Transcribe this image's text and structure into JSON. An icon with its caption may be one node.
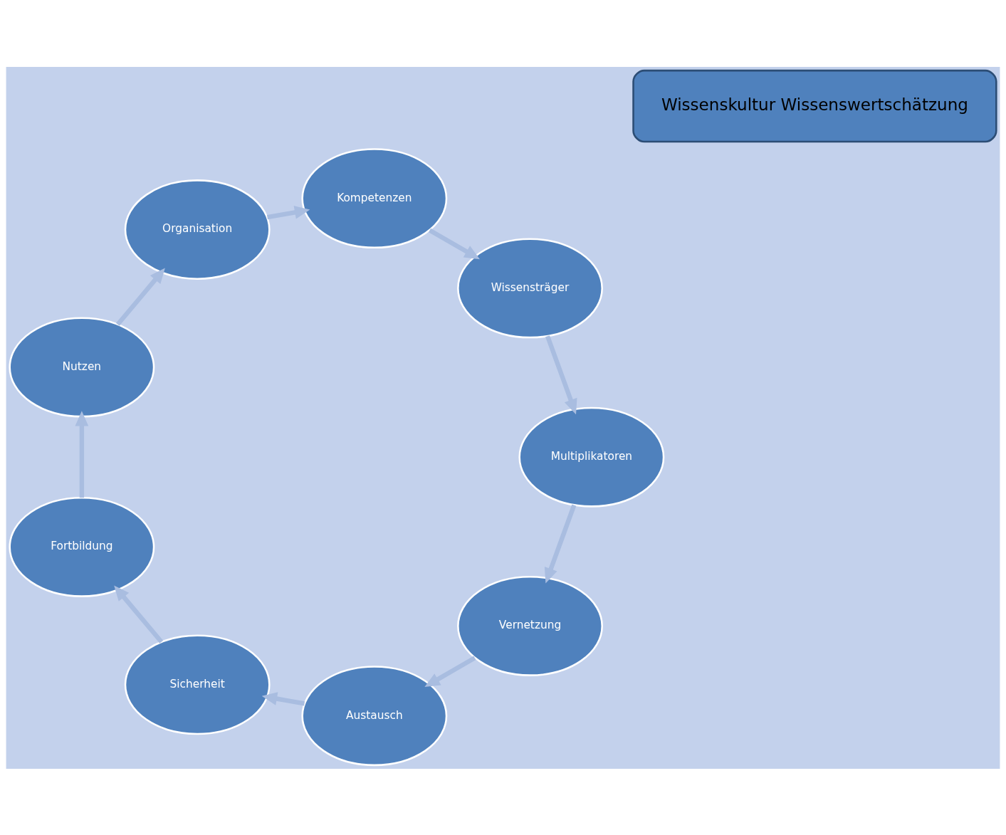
{
  "diagram": {
    "nodes": [
      {
        "text": [
          "Vernetzung"
        ]
      },
      {
        "text": [
          "Multiplikatoren"
        ]
      },
      {
        "text": [
          "Austausch"
        ]
      },
      {
        "text": [
          "Wissensträger"
        ]
      },
      {
        "text": [
          "Wissenskultur Wissenswertschätzung"
        ]
      },
      {
        "text": [
          "Sicherheit"
        ]
      },
      {
        "text": [
          "Kompetenzen"
        ]
      },
      {
        "text": [
          "Fortbildung"
        ]
      },
      {
        "text": [
          "Organisation"
        ]
      },
      {
        "text": [
          "Nutzen"
        ]
      }
    ],
    "edges": [
      {
        "from": 0,
        "to": 2,
        "arrow": "to"
      },
      {
        "from": 2,
        "to": 5,
        "arrow": "to"
      },
      {
        "from": 5,
        "to": 7,
        "arrow": "to"
      },
      {
        "from": 7,
        "to": 9,
        "arrow": "to"
      },
      {
        "from": 9,
        "to": 8,
        "arrow": "to"
      },
      {
        "from": 8,
        "to": 6,
        "arrow": "to"
      },
      {
        "from": 6,
        "to": 3,
        "arrow": "to"
      },
      {
        "from": 3,
        "to": 1,
        "arrow": "to"
      },
      {
        "from": 1,
        "to": 0,
        "arrow": "to"
      }
    ]
  }
}
